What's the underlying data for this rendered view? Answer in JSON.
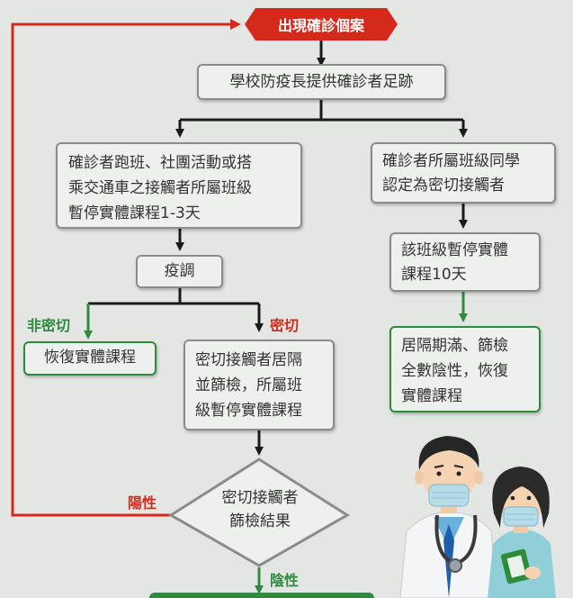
{
  "start": "出現確診個案",
  "step1": "學校防疫長提供確診者足跡",
  "left_branch": {
    "line1": "確診者跑班、社團活動或搭",
    "line2": "乘交通車之接觸者所屬班級",
    "line3": "暫停實體課程1-3天"
  },
  "investigation": "疫調",
  "non_close_label": "非密切",
  "close_label": "密切",
  "resume": "恢復實體課程",
  "close_action": {
    "line1": "密切接觸者居隔",
    "line2": "並篩檢，所屬班",
    "line3": "級暫停實體課程"
  },
  "decision": {
    "line1": "密切接觸者",
    "line2": "篩檢結果"
  },
  "positive_label": "陽性",
  "negative_label": "陰性",
  "right_branch": {
    "line1": "確診者所屬班級同學",
    "line2": "認定為密切接觸者"
  },
  "class_suspend": {
    "line1": "該班級暫停實體",
    "line2": "課程10天"
  },
  "right_end": {
    "line1": "居隔期滿、篩檢",
    "line2": "全數陰性，恢復",
    "line3": "實體課程"
  },
  "colors": {
    "red": "#d42a1c",
    "green": "#2e8b3e",
    "box_border": "#8a8c8a",
    "box_fill": "#eef0ee",
    "background": "#e4e6e4"
  }
}
